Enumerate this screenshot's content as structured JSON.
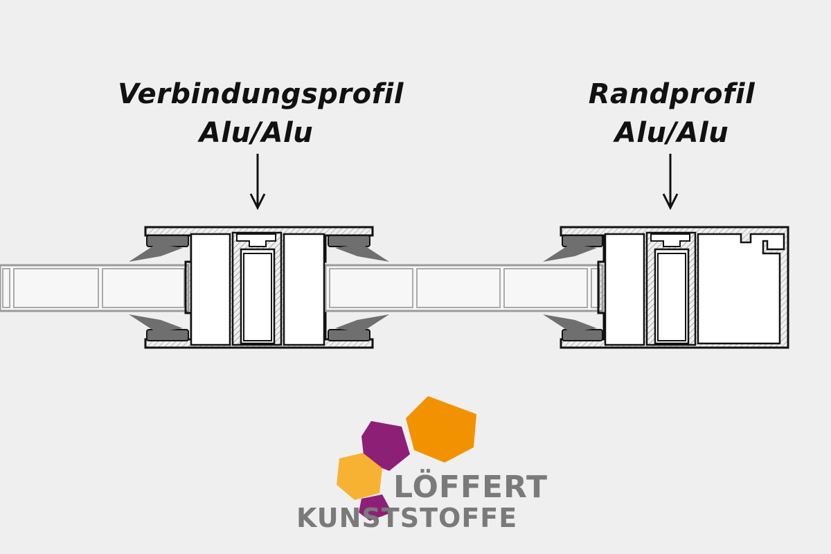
{
  "labels": {
    "connection_profile": {
      "line1": "Verbindungsprofil",
      "line2": "Alu/Alu"
    },
    "edge_profile": {
      "line1": "Randprofil",
      "line2": "Alu/Alu"
    }
  },
  "logo": {
    "line1": "LÖFFERT",
    "line2": "KUNSTSTOFFE",
    "colors": {
      "orange": "#f39200",
      "light_orange": "#f7b233",
      "purple": "#8e1f76",
      "text": "#7a7a7a"
    }
  },
  "colors": {
    "background": "#efefef",
    "stroke": "#111111",
    "profile_fill": "#ffffff",
    "gasket": "#6f6f6f",
    "panel_fill": "#f7f7f7",
    "panel_stroke": "#9a9a9a"
  }
}
